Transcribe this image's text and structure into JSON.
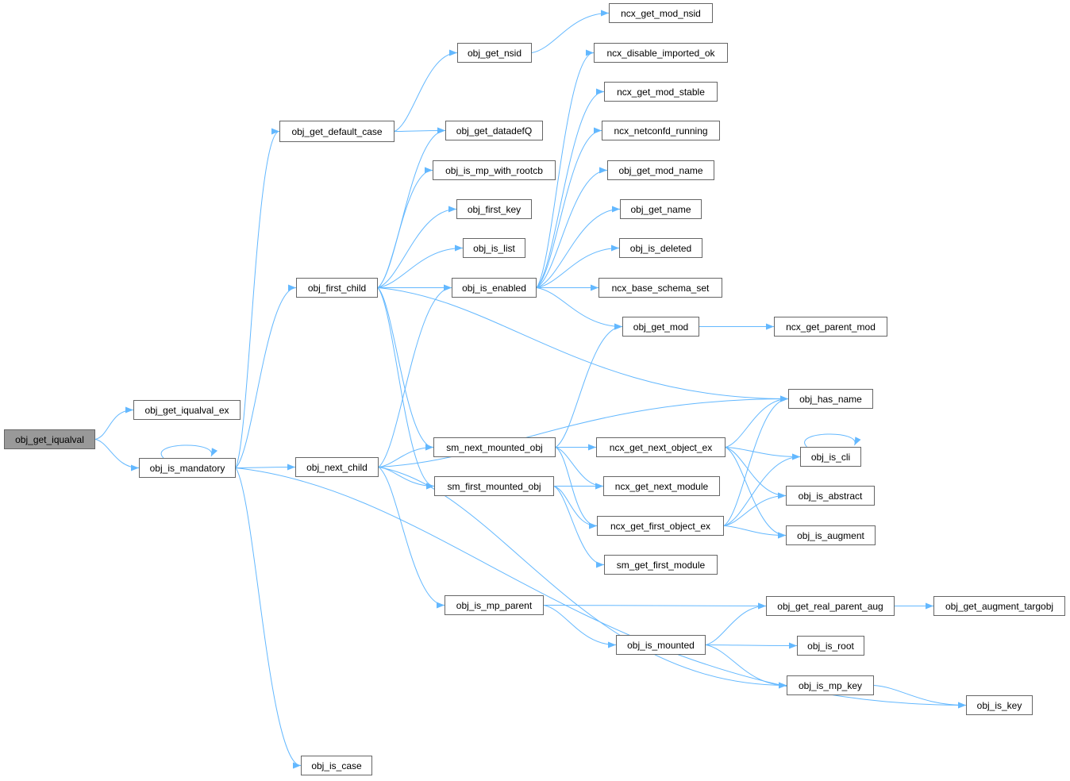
{
  "colors": {
    "edge": "#63b8ff",
    "root_fill": "#999999",
    "border": "#666666"
  },
  "nodes": [
    {
      "id": "obj_get_iqualval",
      "label": "obj_get_iqualval",
      "root": true
    },
    {
      "id": "obj_get_iqualval_ex",
      "label": "obj_get_iqualval_ex"
    },
    {
      "id": "obj_is_mandatory",
      "label": "obj_is_mandatory"
    },
    {
      "id": "obj_get_default_case",
      "label": "obj_get_default_case"
    },
    {
      "id": "obj_first_child",
      "label": "obj_first_child"
    },
    {
      "id": "obj_next_child",
      "label": "obj_next_child"
    },
    {
      "id": "obj_is_case",
      "label": "obj_is_case"
    },
    {
      "id": "obj_get_nsid",
      "label": "obj_get_nsid"
    },
    {
      "id": "obj_get_datadefQ",
      "label": "obj_get_datadefQ"
    },
    {
      "id": "obj_is_mp_with_rootcb",
      "label": "obj_is_mp_with_rootcb"
    },
    {
      "id": "obj_first_key",
      "label": "obj_first_key"
    },
    {
      "id": "obj_is_list",
      "label": "obj_is_list"
    },
    {
      "id": "obj_is_enabled",
      "label": "obj_is_enabled"
    },
    {
      "id": "sm_next_mounted_obj",
      "label": "sm_next_mounted_obj"
    },
    {
      "id": "sm_first_mounted_obj",
      "label": "sm_first_mounted_obj"
    },
    {
      "id": "obj_is_mp_parent",
      "label": "obj_is_mp_parent"
    },
    {
      "id": "obj_is_mounted",
      "label": "obj_is_mounted"
    },
    {
      "id": "ncx_get_mod_nsid",
      "label": "ncx_get_mod_nsid"
    },
    {
      "id": "ncx_disable_imported_ok",
      "label": "ncx_disable_imported_ok"
    },
    {
      "id": "ncx_get_mod_stable",
      "label": "ncx_get_mod_stable"
    },
    {
      "id": "ncx_netconfd_running",
      "label": "ncx_netconfd_running"
    },
    {
      "id": "obj_get_mod_name",
      "label": "obj_get_mod_name"
    },
    {
      "id": "obj_get_name",
      "label": "obj_get_name"
    },
    {
      "id": "obj_is_deleted",
      "label": "obj_is_deleted"
    },
    {
      "id": "ncx_base_schema_set",
      "label": "ncx_base_schema_set"
    },
    {
      "id": "obj_get_mod",
      "label": "obj_get_mod"
    },
    {
      "id": "ncx_get_parent_mod",
      "label": "ncx_get_parent_mod"
    },
    {
      "id": "obj_has_name",
      "label": "obj_has_name"
    },
    {
      "id": "ncx_get_next_object_ex",
      "label": "ncx_get_next_object_ex"
    },
    {
      "id": "ncx_get_next_module",
      "label": "ncx_get_next_module"
    },
    {
      "id": "ncx_get_first_object_ex",
      "label": "ncx_get_first_object_ex"
    },
    {
      "id": "sm_get_first_module",
      "label": "sm_get_first_module"
    },
    {
      "id": "obj_is_cli",
      "label": "obj_is_cli"
    },
    {
      "id": "obj_is_abstract",
      "label": "obj_is_abstract"
    },
    {
      "id": "obj_is_augment",
      "label": "obj_is_augment"
    },
    {
      "id": "obj_get_real_parent_aug",
      "label": "obj_get_real_parent_aug"
    },
    {
      "id": "obj_get_augment_targobj",
      "label": "obj_get_augment_targobj"
    },
    {
      "id": "obj_is_root",
      "label": "obj_is_root"
    },
    {
      "id": "obj_is_mp_key",
      "label": "obj_is_mp_key"
    },
    {
      "id": "obj_is_key",
      "label": "obj_is_key"
    }
  ],
  "edges": [
    [
      "obj_get_iqualval",
      "obj_get_iqualval_ex"
    ],
    [
      "obj_get_iqualval",
      "obj_is_mandatory"
    ],
    [
      "obj_is_mandatory",
      "obj_is_mandatory"
    ],
    [
      "obj_is_mandatory",
      "obj_get_default_case"
    ],
    [
      "obj_is_mandatory",
      "obj_first_child"
    ],
    [
      "obj_is_mandatory",
      "obj_next_child"
    ],
    [
      "obj_is_mandatory",
      "obj_is_case"
    ],
    [
      "obj_is_mandatory",
      "obj_is_key"
    ],
    [
      "obj_get_default_case",
      "obj_get_nsid"
    ],
    [
      "obj_get_default_case",
      "obj_get_datadefQ"
    ],
    [
      "obj_get_nsid",
      "ncx_get_mod_nsid"
    ],
    [
      "obj_first_child",
      "obj_get_datadefQ"
    ],
    [
      "obj_first_child",
      "obj_is_mp_with_rootcb"
    ],
    [
      "obj_first_child",
      "obj_first_key"
    ],
    [
      "obj_first_child",
      "obj_is_list"
    ],
    [
      "obj_first_child",
      "obj_is_enabled"
    ],
    [
      "obj_first_child",
      "obj_has_name"
    ],
    [
      "obj_first_child",
      "sm_next_mounted_obj"
    ],
    [
      "obj_first_child",
      "sm_first_mounted_obj"
    ],
    [
      "obj_is_enabled",
      "ncx_disable_imported_ok"
    ],
    [
      "obj_is_enabled",
      "ncx_get_mod_stable"
    ],
    [
      "obj_is_enabled",
      "ncx_netconfd_running"
    ],
    [
      "obj_is_enabled",
      "obj_get_mod_name"
    ],
    [
      "obj_is_enabled",
      "obj_get_name"
    ],
    [
      "obj_is_enabled",
      "obj_is_deleted"
    ],
    [
      "obj_is_enabled",
      "ncx_base_schema_set"
    ],
    [
      "obj_is_enabled",
      "obj_get_mod"
    ],
    [
      "obj_get_mod",
      "ncx_get_parent_mod"
    ],
    [
      "obj_next_child",
      "obj_is_enabled"
    ],
    [
      "obj_next_child",
      "obj_has_name"
    ],
    [
      "obj_next_child",
      "sm_next_mounted_obj"
    ],
    [
      "obj_next_child",
      "sm_first_mounted_obj"
    ],
    [
      "obj_next_child",
      "obj_is_mp_parent"
    ],
    [
      "obj_next_child",
      "obj_is_mp_key"
    ],
    [
      "sm_next_mounted_obj",
      "obj_get_mod"
    ],
    [
      "sm_next_mounted_obj",
      "ncx_get_next_object_ex"
    ],
    [
      "sm_next_mounted_obj",
      "ncx_get_next_module"
    ],
    [
      "sm_next_mounted_obj",
      "ncx_get_first_object_ex"
    ],
    [
      "sm_first_mounted_obj",
      "ncx_get_next_module"
    ],
    [
      "sm_first_mounted_obj",
      "ncx_get_first_object_ex"
    ],
    [
      "sm_first_mounted_obj",
      "sm_get_first_module"
    ],
    [
      "ncx_get_next_object_ex",
      "obj_has_name"
    ],
    [
      "ncx_get_next_object_ex",
      "obj_is_cli"
    ],
    [
      "ncx_get_next_object_ex",
      "obj_is_abstract"
    ],
    [
      "ncx_get_next_object_ex",
      "obj_is_augment"
    ],
    [
      "ncx_get_first_object_ex",
      "obj_has_name"
    ],
    [
      "ncx_get_first_object_ex",
      "obj_is_cli"
    ],
    [
      "ncx_get_first_object_ex",
      "obj_is_abstract"
    ],
    [
      "ncx_get_first_object_ex",
      "obj_is_augment"
    ],
    [
      "obj_is_cli",
      "obj_is_cli"
    ],
    [
      "obj_is_mp_parent",
      "obj_get_real_parent_aug"
    ],
    [
      "obj_is_mp_parent",
      "obj_is_mounted"
    ],
    [
      "obj_get_real_parent_aug",
      "obj_get_augment_targobj"
    ],
    [
      "obj_is_mounted",
      "obj_get_real_parent_aug"
    ],
    [
      "obj_is_mounted",
      "obj_is_root"
    ],
    [
      "obj_is_mounted",
      "obj_is_mp_key"
    ],
    [
      "obj_is_mp_key",
      "obj_is_key"
    ]
  ]
}
